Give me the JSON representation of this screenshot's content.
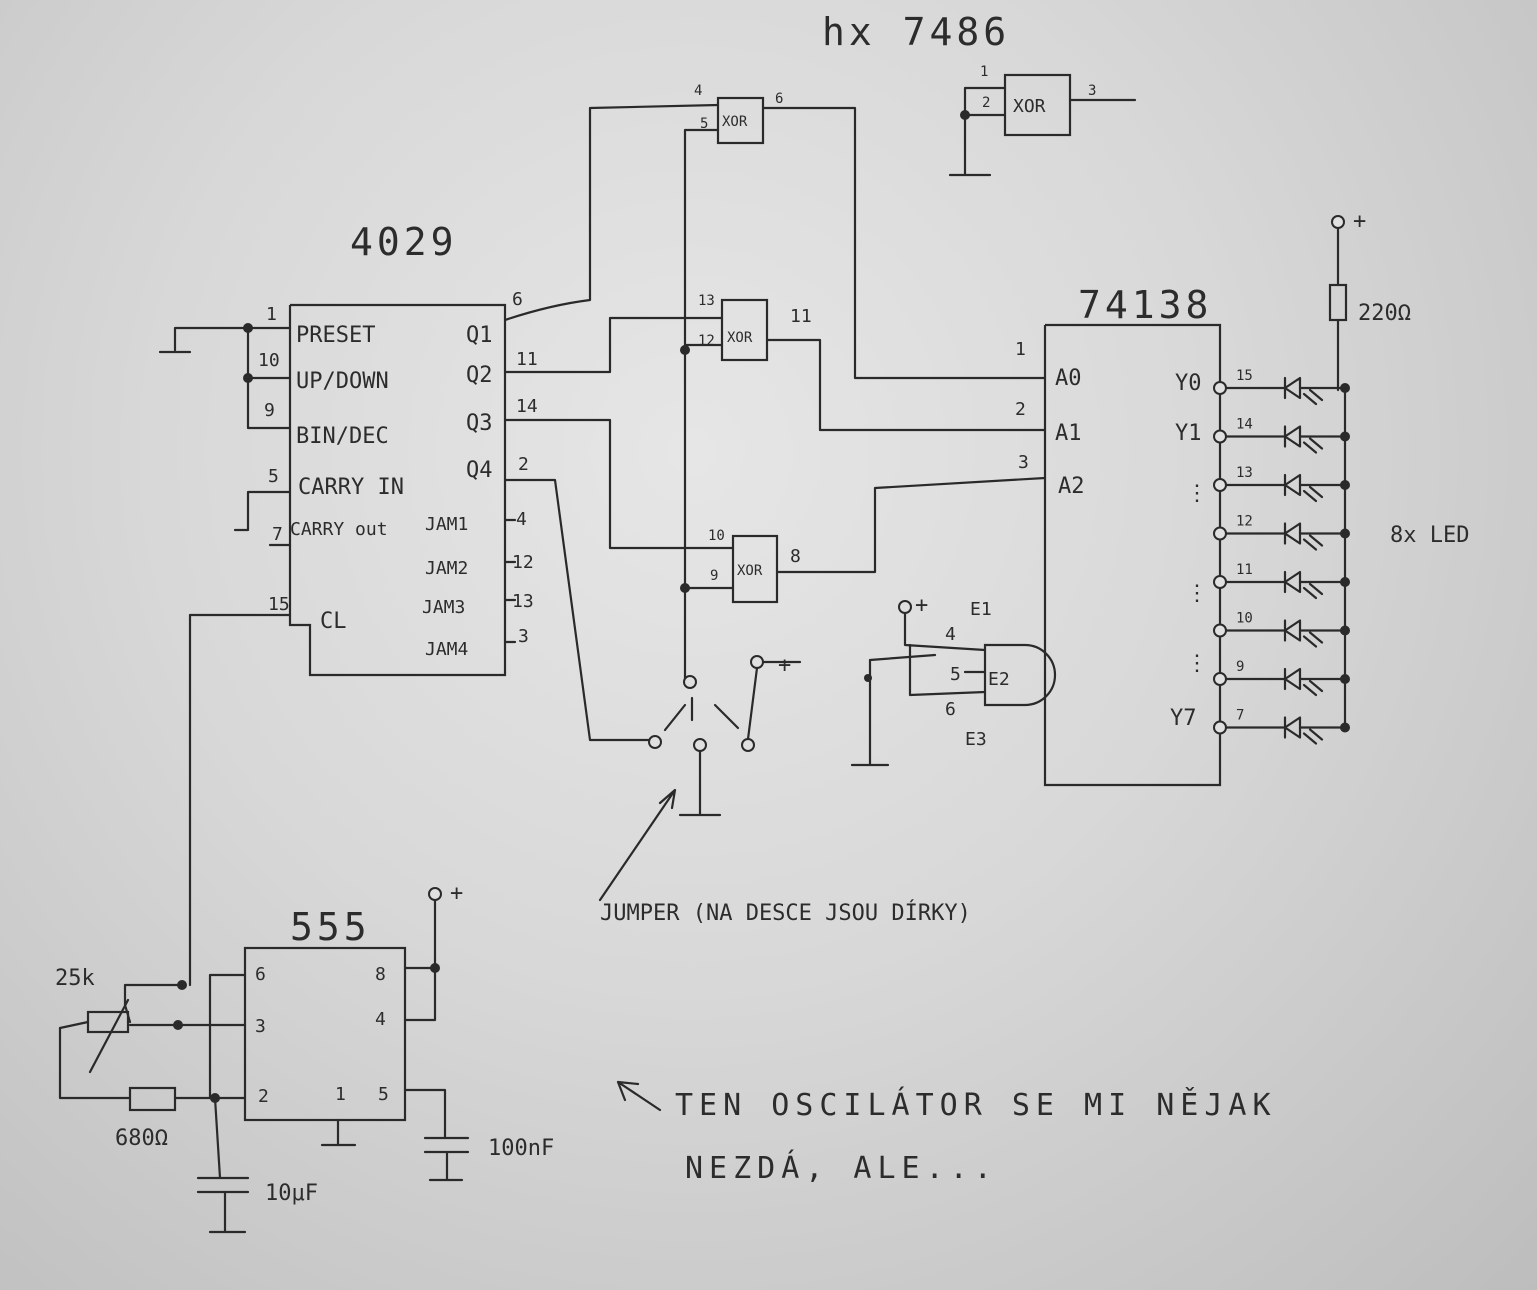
{
  "chips": {
    "xor_chip": "hx 7486",
    "counter": "4029",
    "decoder": "74138",
    "timer": "555"
  },
  "counter_pins": {
    "preset": "PRESET",
    "updown": "UP/DOWN",
    "bindec": "BIN/DEC",
    "carry_in": "CARRY IN",
    "carry_out": "CARRY out",
    "clock": "CL",
    "q1": "Q1",
    "q2": "Q2",
    "q3": "Q3",
    "q4": "Q4",
    "jam1": "JAM1",
    "jam2": "JAM2",
    "jam3": "JAM3",
    "jam4": "JAM4",
    "pin_preset": "1",
    "pin_updown": "10",
    "pin_bindec": "9",
    "pin_cin": "5",
    "pin_cout": "7",
    "pin_cl": "15",
    "pin_q1": "6",
    "pin_q2": "11",
    "pin_q3": "14",
    "pin_q4": "2",
    "pin_jam1": "4",
    "pin_jam2": "12",
    "pin_jam3": "13",
    "pin_jam4": "3"
  },
  "xor_gates": {
    "label": "XOR",
    "g1": {
      "a": "4",
      "b": "5",
      "out": "6"
    },
    "g2": {
      "a": "13",
      "b": "12",
      "out": "11"
    },
    "g3": {
      "a": "10",
      "b": "9",
      "out": "8"
    },
    "spare": {
      "a": "1",
      "b": "2",
      "out": "3"
    }
  },
  "decoder_pins": {
    "a0": "A0",
    "a1": "A1",
    "a2": "A2",
    "pin_a0": "1",
    "pin_a1": "2",
    "pin_a2": "3",
    "y0": "Y0",
    "y1": "Y1",
    "y7": "Y7",
    "out_pins": [
      "15",
      "14",
      "13",
      "12",
      "11",
      "10",
      "9",
      "7"
    ],
    "e1": "E1",
    "e2": "E2",
    "e3": "E3",
    "pin_e1": "4",
    "pin_e2": "5",
    "pin_e3": "6"
  },
  "timer_pins": {
    "p6": "6",
    "p3": "3",
    "p2": "2",
    "p1": "1",
    "p8": "8",
    "p4": "4",
    "p5": "5"
  },
  "components": {
    "pot": "25k",
    "r1": "680Ω",
    "c1": "10μF",
    "c2": "100nF",
    "rled": "220Ω",
    "leds": "8x LED",
    "plus": "+"
  },
  "annotations": {
    "jumper": "JUMPER (NA DESCE JSOU DÍRKY)",
    "note_line1": "TEN OSCILÁTOR SE MI NĚJAK",
    "note_line2": "NEZDÁ, ALE..."
  }
}
